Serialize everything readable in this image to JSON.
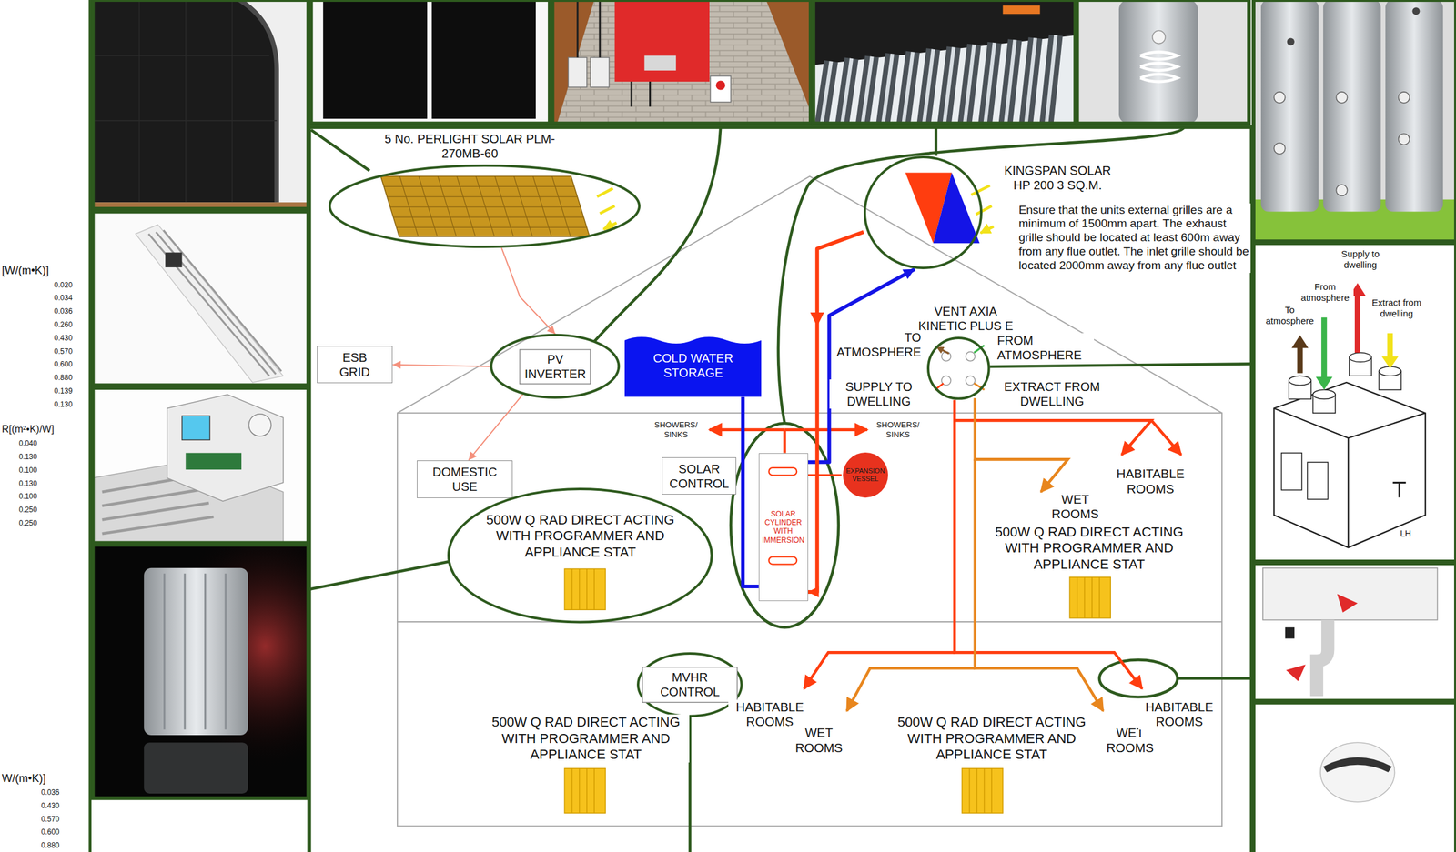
{
  "diagram": {
    "nodes": [
      {
        "text": [
          "5 No. PERLIGHT SOLAR PLM-270MB-60"
        ]
      },
      {
        "text": [
          "KINGSPAN SOLAR HP 200 3 SQ.M."
        ]
      },
      {
        "text": [
          "VENT AXIA KINETIC PLUS E"
        ]
      },
      {
        "text": [
          "ESB GRID"
        ]
      },
      {
        "text": [
          "PV INVERTER"
        ]
      },
      {
        "text": [
          "COLD WATER STORAGE"
        ]
      },
      {
        "text": [
          "DOMESTIC USE"
        ]
      },
      {
        "text": [
          "SOLAR CONTROL"
        ]
      },
      {
        "text": [
          "SOLAR CYLINDER WITH IMMERSION"
        ]
      },
      {
        "text": [
          "EXPANSION VESSEL"
        ]
      },
      {
        "text": [
          "500W Q RAD DIRECT ACTING WITH PROGRAMMER AND APPLIANCE STAT"
        ]
      },
      {
        "text": [
          "MVHR CONTROL"
        ]
      }
    ],
    "edges": [
      {
        "from": 0,
        "to": 4,
        "arrow": "to"
      },
      {
        "from": 4,
        "to": 3,
        "arrow": "to"
      },
      {
        "from": 4,
        "to": 6,
        "arrow": "to"
      },
      {
        "from": 5,
        "to": 8,
        "arrow": "none"
      },
      {
        "from": 8,
        "to": 1,
        "arrow": "to"
      },
      {
        "from": 1,
        "to": 8,
        "arrow": "to"
      },
      {
        "from": 8,
        "to": 9,
        "arrow": "none"
      }
    ],
    "labels": [
      "Ensure that the units external grilles are a minimum of 1500mm apart. The exhaust grille should be located at least 600m away from any flue outlet. The inlet grille should be located 2000mm away from any flue outlet",
      "TO ATMOSPHERE",
      "FROM ATMOSPHERE",
      "SUPPLY TO DWELLING",
      "EXTRACT FROM DWELLING",
      "SHOWERS/ SINKS",
      "SHOWERS/ SINKS",
      "HABITABLE ROOMS",
      "WET ROOMS",
      "500W Q RAD DIRECT ACTING WITH PROGRAMMER AND APPLIANCE STAT",
      "HABITABLE ROOMS",
      "WET ROOMS",
      "500W Q RAD DIRECT ACTING WITH PROGRAMMER AND APPLIANCE STAT",
      "WET ROOMS",
      "HABITABLE ROOMS",
      "500W Q RAD DIRECT ACTING WITH PROGRAMMER AND APPLIANCE STAT",
      "Supply to dwelling",
      "From atmosphere",
      "To atmosphere",
      "Extract from dwelling",
      "LH",
      "[W/(m•K)]",
      "0.020",
      "0.034",
      "0.036",
      "0.260",
      "0.430",
      "0.570",
      "0.600",
      "0.880",
      "0.139",
      "0.130",
      "R[(m²•K)/W]",
      "0.040",
      "0.130",
      "0.100",
      "0.130",
      "0.100",
      "0.250",
      "0.250",
      "W/(m•K)]",
      "0.036",
      "0.430",
      "0.570",
      "0.600",
      "0.880"
    ]
  }
}
